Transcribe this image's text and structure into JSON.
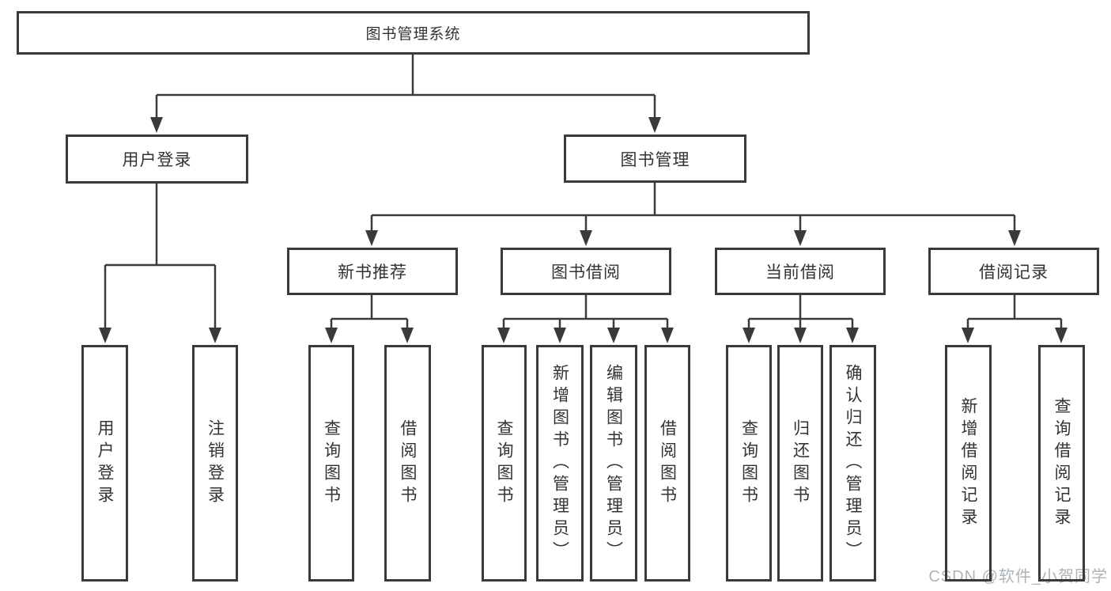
{
  "diagram_title": "图书管理系统",
  "colors": {
    "box_border": "#3a3a3a",
    "connector": "#3a3a3a",
    "text": "#333333",
    "background": "#ffffff",
    "watermark": "#aeb3b7"
  },
  "tree": {
    "root": {
      "label": "图书管理系统"
    },
    "branches": [
      {
        "label": "用户登录",
        "children": [
          {
            "label": "用户登录"
          },
          {
            "label": "注销登录"
          }
        ]
      },
      {
        "label": "图书管理",
        "children": [
          {
            "label": "新书推荐",
            "children": [
              {
                "label": "查询图书"
              },
              {
                "label": "借阅图书"
              }
            ]
          },
          {
            "label": "图书借阅",
            "children": [
              {
                "label": "查询图书"
              },
              {
                "label": "新增图书（管理员）"
              },
              {
                "label": "编辑图书（管理员）"
              },
              {
                "label": "借阅图书"
              }
            ]
          },
          {
            "label": "当前借阅",
            "children": [
              {
                "label": "查询图书"
              },
              {
                "label": "归还图书"
              },
              {
                "label": "确认归还（管理员）"
              }
            ]
          },
          {
            "label": "借阅记录",
            "children": [
              {
                "label": "新增借阅记录"
              },
              {
                "label": "查询借阅记录"
              }
            ]
          }
        ]
      }
    ]
  },
  "watermark": {
    "text": "CSDN @软件_小贺同学"
  }
}
